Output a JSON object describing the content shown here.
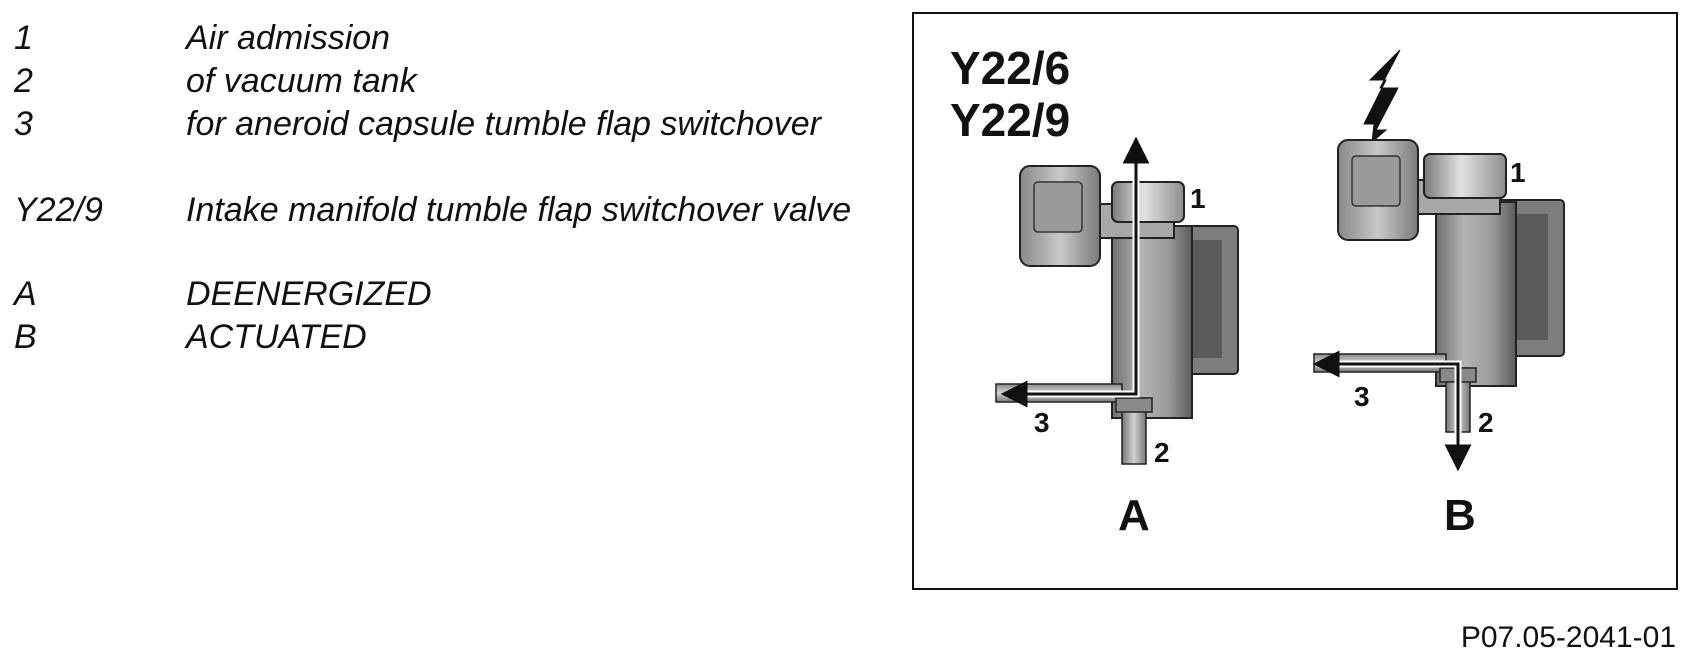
{
  "legend": {
    "items": [
      {
        "key": "1",
        "text": "Air admission"
      },
      {
        "key": "2",
        "text": "of vacuum tank"
      },
      {
        "key": "3",
        "text": "for aneroid capsule tumble flap switchover"
      },
      {
        "key": "Y22/9",
        "text": "Intake manifold tumble flap switchover valve"
      },
      {
        "key": "A",
        "text": "DEENERGIZED"
      },
      {
        "key": "B",
        "text": "ACTUATED"
      }
    ]
  },
  "figure": {
    "title_line1": "Y22/6",
    "title_line2": "Y22/9",
    "valve_a": {
      "label": "A",
      "port1": "1",
      "port2": "2",
      "port3": "3"
    },
    "valve_b": {
      "label": "B",
      "port1": "1",
      "port2": "2",
      "port3": "3"
    },
    "icons": {
      "energized": "lightning-bolt-icon"
    }
  },
  "reference_code": "P07.05-2041-01"
}
